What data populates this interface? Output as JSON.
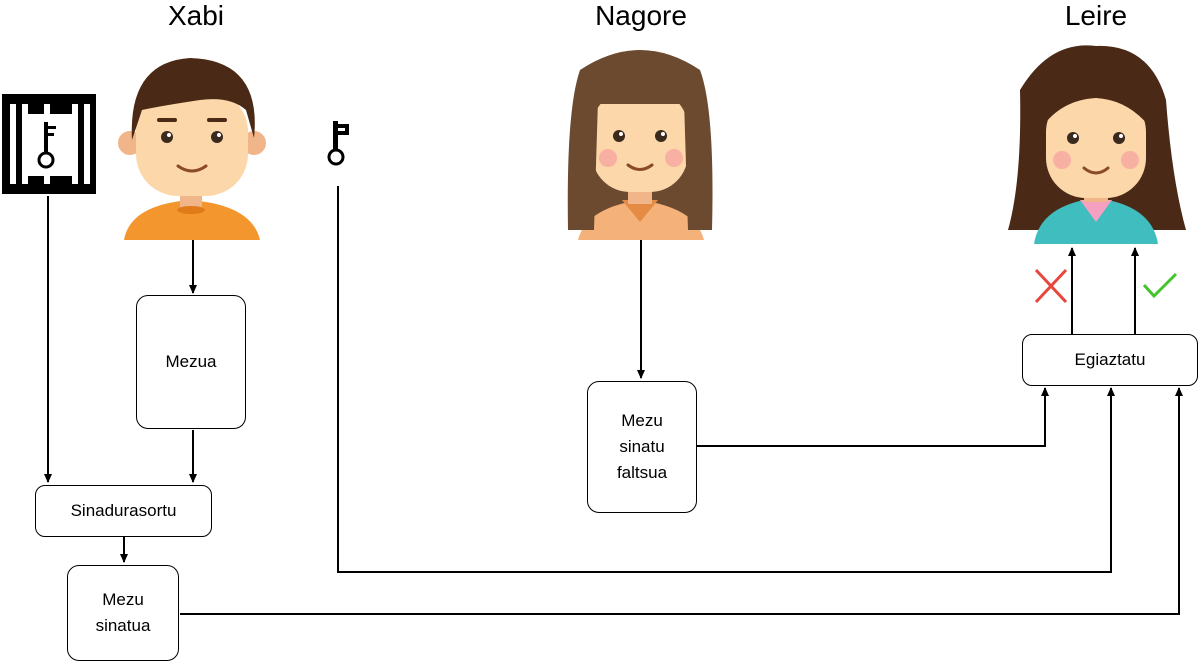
{
  "people": {
    "xabi": "Xabi",
    "nagore": "Nagore",
    "leire": "Leire"
  },
  "boxes": {
    "mezua": "Mezua",
    "sinadura_sortu": "Sinadurasortu",
    "mezu_sinatua": "Mezu\nsinatua",
    "mezu_sinatu_faltsua": "Mezu\nsinatu\nfaltsua",
    "egiaztatu": "Egiaztatu"
  },
  "icons": {
    "private_key": "locked-key-icon",
    "public_key": "key-icon",
    "reject": "red-cross-icon",
    "accept": "green-check-icon"
  },
  "colors": {
    "reject": "#e8463c",
    "accept": "#43c52a",
    "xabi_shirt": "#f3962e",
    "nagore_shirt": "#f5b17a",
    "leire_shirt": "#3fbdbf",
    "hair_dark": "#4a2a16",
    "hair_brown": "#6b4a30",
    "skin": "#fcd7a9"
  }
}
